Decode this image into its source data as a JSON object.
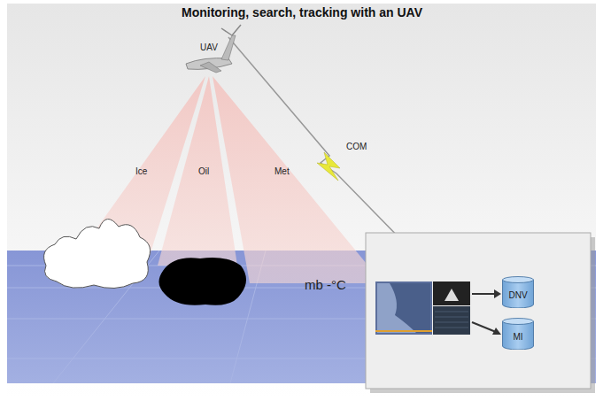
{
  "diagram": {
    "title": "Monitoring, search, tracking with an UAV",
    "nodes": [
      {
        "text": [
          "DNV"
        ]
      },
      {
        "text": [
          "MI"
        ]
      }
    ],
    "labels": [
      "UAV",
      "Ice",
      "Oil",
      "Met",
      "COM",
      "mb -°C"
    ]
  }
}
